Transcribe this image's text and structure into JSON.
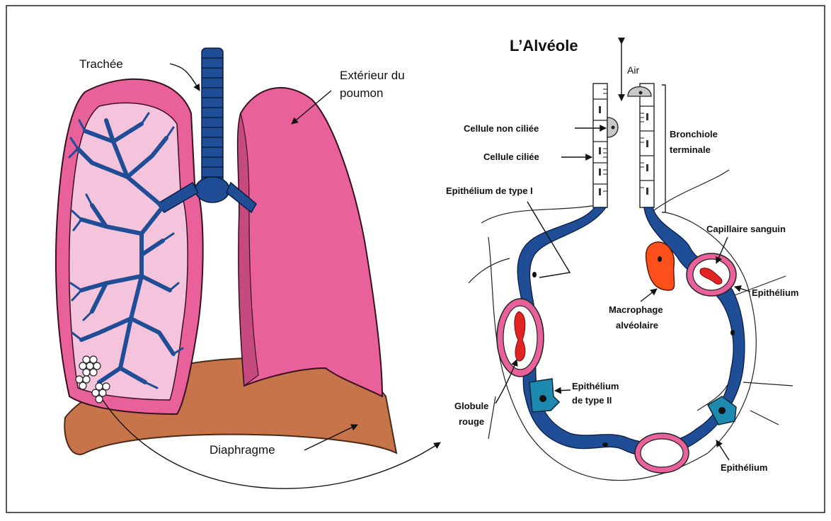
{
  "left": {
    "trachea": "Trachée",
    "outer_lung_1": "Extérieur du",
    "outer_lung_2": "poumon",
    "diaphragm": "Diaphragme"
  },
  "right": {
    "title": "L’Alvéole",
    "air": "Air",
    "nonciliated": "Cellule non ciliée",
    "ciliated": "Cellule ciliée",
    "bronchiole_1": "Bronchiole",
    "bronchiole_2": "terminale",
    "type1": "Epithélium de type I",
    "capillary": "Capillaire sanguin",
    "epithelium_right": "Epithélium",
    "macrophage_1": "Macrophage",
    "macrophage_2": "alvéolaire",
    "type2_1": "Epithélium",
    "type2_2": "de type II",
    "rbc_1": "Globule",
    "rbc_2": "rouge",
    "epithelium_bottom": "Epithélium"
  },
  "colors": {
    "lung_pink": "#e8619a",
    "lung_inner": "#f4c4dc",
    "airway_blue": "#1f4e96",
    "diaphragm": "#c8744a",
    "macrophage": "#ff4f1a",
    "type2_cell": "#1f8ab0"
  }
}
